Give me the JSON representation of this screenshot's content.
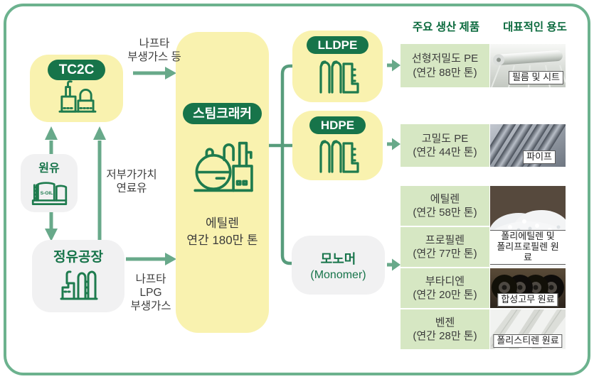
{
  "colors": {
    "accent_green": "#17744a",
    "frame_green": "#6cb28e",
    "box_yellow": "#f9f2af",
    "box_gray": "#f1f1f2",
    "product_green": "#d6e7c3",
    "arrow_green": "#68a98a"
  },
  "icons": {
    "tc2c": "factory-icon",
    "crude": "oil-tanks-icon",
    "refinery": "refinery-icon",
    "cracker": "steam-cracker-icon",
    "lldpe": "polymer-reactor-icon",
    "hdpe": "polymer-reactor-icon"
  },
  "nodes": {
    "tc2c": {
      "label": "TC2C"
    },
    "crude": {
      "label": "원유",
      "tank_text": "S-OIL"
    },
    "refinery": {
      "label": "정유공장"
    },
    "cracker": {
      "label": "스팀크래커",
      "capacity": "에틸렌\n연간 180만 톤"
    },
    "lldpe": {
      "label": "LLDPE"
    },
    "hdpe": {
      "label": "HDPE"
    },
    "monomer": {
      "label": "모노머",
      "sublabel": "(Monomer)"
    }
  },
  "flows": {
    "tc2c_to_cracker": "나프타\n부생가스 등",
    "refinery_to_tc2c": "저부가가치\n연료유",
    "refinery_to_cracker": "나프타\nLPG\n부생가스"
  },
  "headers": {
    "products": "주요 생산 제품",
    "uses": "대표적인 용도"
  },
  "products": [
    {
      "name": "선형저밀도 PE",
      "capacity": "(연간 88만 톤)",
      "use": "필름 및 시트"
    },
    {
      "name": "고밀도 PE",
      "capacity": "(연간 44만 톤)",
      "use": "파이프"
    },
    {
      "name": "에틸렌",
      "capacity": "(연간 58만 톤)",
      "use": "폴리에틸렌 및\n폴리프로필렌 원료"
    },
    {
      "name": "프로필렌",
      "capacity": "(연간 77만 톤)"
    },
    {
      "name": "부타디엔",
      "capacity": "(연간 20만 톤)",
      "use": "합성고무 원료"
    },
    {
      "name": "벤젠",
      "capacity": "(연간 28만 톤)",
      "use": "폴리스티렌 원료"
    }
  ]
}
